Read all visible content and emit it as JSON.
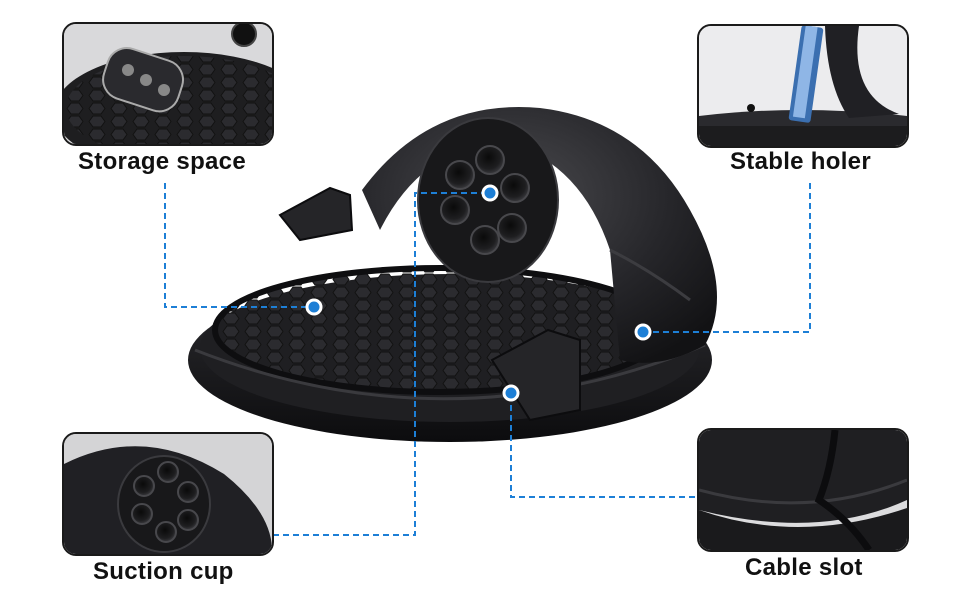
{
  "callouts": {
    "storage": {
      "label": "Storage space"
    },
    "stable": {
      "label": "Stable holer"
    },
    "suction": {
      "label": "Suction cup"
    },
    "cable": {
      "label": "Cable slot"
    }
  },
  "colors": {
    "accent": "#1d7fd6",
    "product": "#1c1c1e",
    "frame": "#1a1a1a"
  }
}
